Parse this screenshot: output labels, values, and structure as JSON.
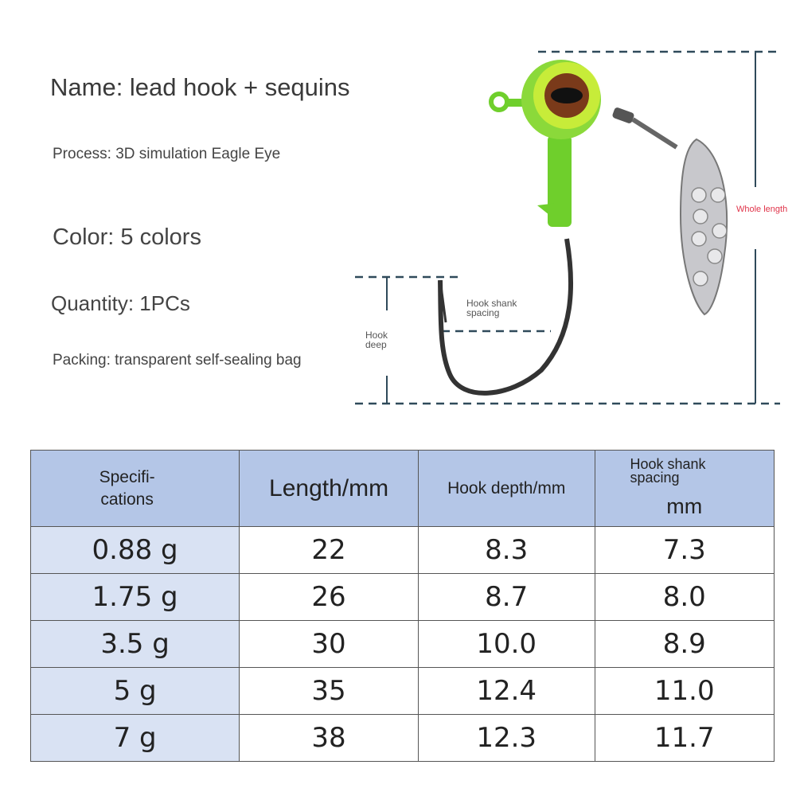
{
  "info": {
    "name": "Name: lead hook + sequins",
    "process": "Process: 3D simulation Eagle Eye",
    "color": "Color: 5 colors",
    "quantity": "Quantity: 1PCs",
    "packing": "Packing: transparent self-sealing bag"
  },
  "diagram": {
    "whole_length": "Whole length",
    "hook_shank_spacing": "Hook shank spacing",
    "hook_deep": "Hook deep"
  },
  "table": {
    "headers": {
      "spec": "Specifi- cations",
      "length": "Length/mm",
      "depth": "Hook depth/mm",
      "spacing": "Hook shank spacing",
      "spacing_unit": "mm"
    },
    "rows": [
      {
        "spec": "0.88 g",
        "length": "22",
        "depth": "8.3",
        "spacing": "7.3"
      },
      {
        "spec": "1.75 g",
        "length": "26",
        "depth": "8.7",
        "spacing": "8.0"
      },
      {
        "spec": "3.5 g",
        "length": "30",
        "depth": "10.0",
        "spacing": "8.9"
      },
      {
        "spec": "5 g",
        "length": "35",
        "depth": "12.4",
        "spacing": "11.0"
      },
      {
        "spec": "7 g",
        "length": "38",
        "depth": "12.3",
        "spacing": "11.7"
      }
    ]
  },
  "colors": {
    "header_bg": "#b4c6e7",
    "first_col_bg": "#d9e2f3",
    "lure_green": "#7fd633",
    "accent_red": "#e0344a"
  }
}
